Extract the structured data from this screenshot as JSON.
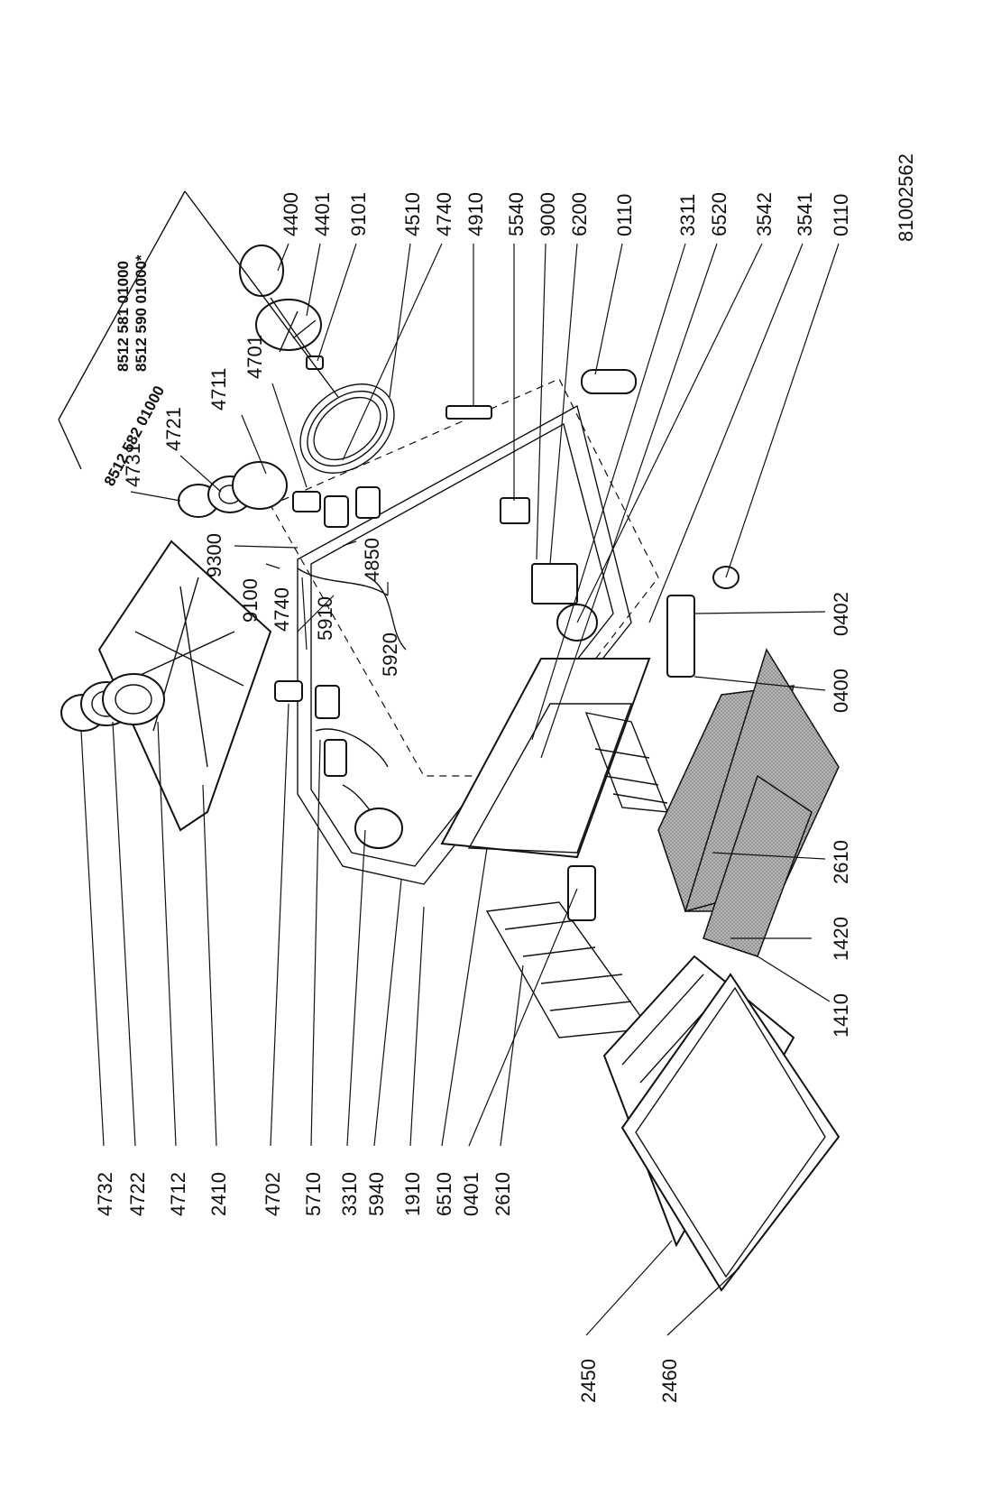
{
  "diagram": {
    "drawing_number": "81002562",
    "kit_codes": [
      "8512 582 01000",
      "8512 581 01000",
      "8512 590 01000*"
    ],
    "parts": [
      {
        "id": "p4400",
        "label": "4400"
      },
      {
        "id": "p4401",
        "label": "4401"
      },
      {
        "id": "p9101",
        "label": "9101"
      },
      {
        "id": "p4510",
        "label": "4510"
      },
      {
        "id": "p4740a",
        "label": "4740"
      },
      {
        "id": "p4910",
        "label": "4910"
      },
      {
        "id": "p5540",
        "label": "5540"
      },
      {
        "id": "p9000",
        "label": "9000"
      },
      {
        "id": "p6200",
        "label": "6200"
      },
      {
        "id": "p0110a",
        "label": "0110"
      },
      {
        "id": "p3311",
        "label": "3311"
      },
      {
        "id": "p6520",
        "label": "6520"
      },
      {
        "id": "p3542",
        "label": "3542"
      },
      {
        "id": "p3541",
        "label": "3541"
      },
      {
        "id": "p0110b",
        "label": "0110"
      },
      {
        "id": "p4711",
        "label": "4711"
      },
      {
        "id": "p4701",
        "label": "4701"
      },
      {
        "id": "p4731",
        "label": "4731"
      },
      {
        "id": "p4721",
        "label": "4721"
      },
      {
        "id": "p9300",
        "label": "9300"
      },
      {
        "id": "p9100",
        "label": "9100"
      },
      {
        "id": "p4740b",
        "label": "4740"
      },
      {
        "id": "p4850",
        "label": "4850"
      },
      {
        "id": "p5910",
        "label": "5910"
      },
      {
        "id": "p5920",
        "label": "5920"
      },
      {
        "id": "p0402",
        "label": "0402"
      },
      {
        "id": "p0400",
        "label": "0400"
      },
      {
        "id": "p2610a",
        "label": "2610"
      },
      {
        "id": "p1420",
        "label": "1420"
      },
      {
        "id": "p1410",
        "label": "1410"
      },
      {
        "id": "p4732",
        "label": "4732"
      },
      {
        "id": "p4722",
        "label": "4722"
      },
      {
        "id": "p4712",
        "label": "4712"
      },
      {
        "id": "p2410",
        "label": "2410"
      },
      {
        "id": "p4702",
        "label": "4702"
      },
      {
        "id": "p5710",
        "label": "5710"
      },
      {
        "id": "p3310",
        "label": "3310"
      },
      {
        "id": "p5940",
        "label": "5940"
      },
      {
        "id": "p1910",
        "label": "1910"
      },
      {
        "id": "p6510",
        "label": "6510"
      },
      {
        "id": "p0401",
        "label": "0401"
      },
      {
        "id": "p2610b",
        "label": "2610"
      },
      {
        "id": "p2450",
        "label": "2450"
      },
      {
        "id": "p2460",
        "label": "2460"
      }
    ]
  }
}
